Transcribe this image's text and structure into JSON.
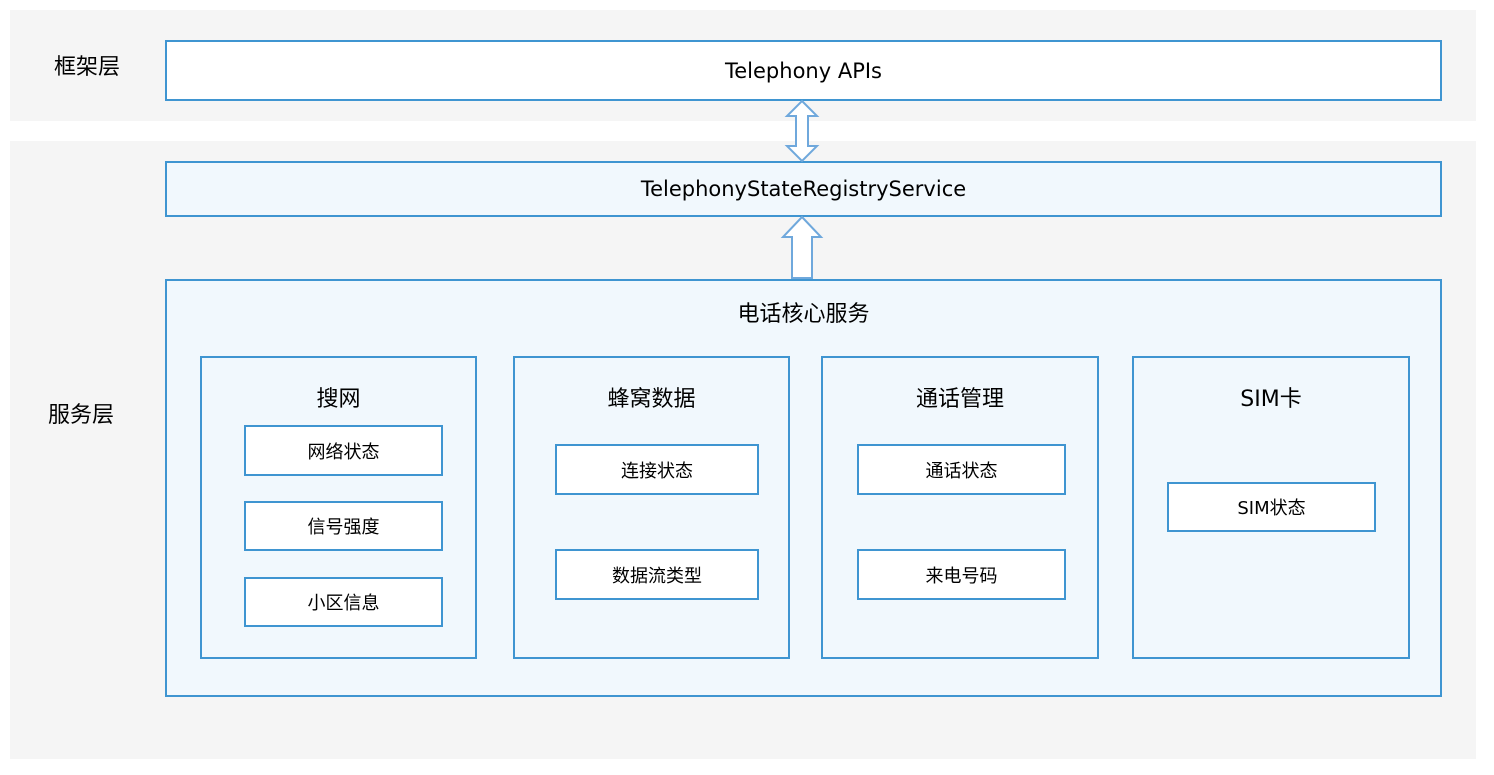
{
  "layers": {
    "framework_label": "框架层",
    "service_label": "服务层"
  },
  "framework": {
    "telephony_apis": "Telephony APIs"
  },
  "service": {
    "registry_service": "TelephonyStateRegistryService",
    "core_title": "电话核心服务",
    "groups": [
      {
        "title": "搜网",
        "items": [
          "网络状态",
          "信号强度",
          "小区信息"
        ]
      },
      {
        "title": "蜂窝数据",
        "items": [
          "连接状态",
          "数据流类型"
        ]
      },
      {
        "title": "通话管理",
        "items": [
          "通话状态",
          "来电号码"
        ]
      },
      {
        "title": "SIM卡",
        "items": [
          "SIM状态"
        ]
      }
    ]
  },
  "colors": {
    "layer_background": "#f5f5f5",
    "box_border": "#3f95d1",
    "box_fill_light": "#f1f8fd",
    "arrow_stroke": "#6fa8dc"
  }
}
